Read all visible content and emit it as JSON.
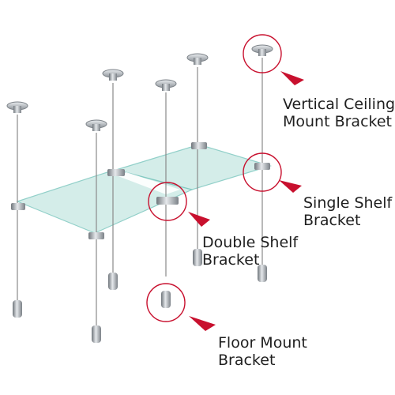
{
  "colors": {
    "accent": "#c8102e",
    "glass_fill": "#cdeae6",
    "glass_edge": "#7fc8c0",
    "metal": "#a9aeb3",
    "wire": "#8a8a8a"
  },
  "labels": {
    "vertical_ceiling_mount": {
      "line1": "Vertical Ceiling",
      "line2": "Mount Bracket"
    },
    "single_shelf": {
      "line1": "Single Shelf",
      "line2": "Bracket"
    },
    "double_shelf": {
      "line1": "Double Shelf",
      "line2": "Bracket"
    },
    "floor_mount": {
      "line1": "Floor Mount",
      "line2": "Bracket"
    }
  }
}
